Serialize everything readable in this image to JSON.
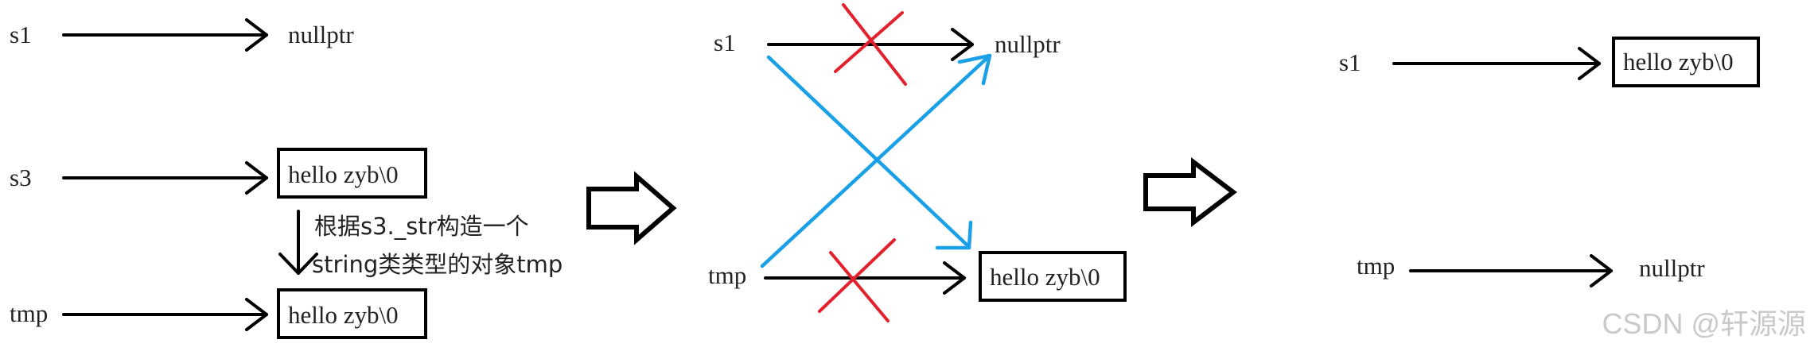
{
  "panel1": {
    "s1_label": "s1",
    "s1_target": "nullptr",
    "s3_label": "s3",
    "s3_box": "hello zyb\\0",
    "note_line1": "根据s3._str构造一个",
    "note_line2": "string类类型的对象tmp",
    "tmp_label": "tmp",
    "tmp_box": "hello zyb\\0"
  },
  "panel2": {
    "s1_label": "s1",
    "s1_target": "nullptr",
    "tmp_label": "tmp",
    "tmp_box": "hello zyb\\0"
  },
  "panel3": {
    "s1_label": "s1",
    "s1_box": "hello zyb\\0",
    "tmp_label": "tmp",
    "tmp_target": "nullptr"
  },
  "watermark": "CSDN @轩源源",
  "colors": {
    "swap_arrows": "#1aa0e6",
    "cross_marks": "#e3202c"
  }
}
